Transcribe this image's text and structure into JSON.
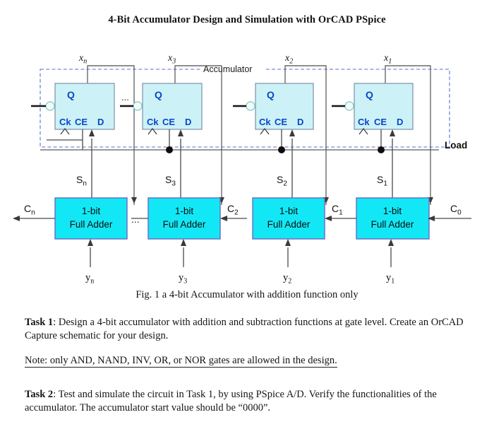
{
  "document": {
    "title": "4-Bit Accumulator Design and Simulation with OrCAD PSpice",
    "figure_caption": "Fig. 1 a 4-bit Accumulator with addition function only"
  },
  "figure": {
    "group_label": "Accumulator",
    "load_label": "Load",
    "ellipsis": "...",
    "flipflops": [
      {
        "id": "ff-n",
        "q": "Q",
        "ck": "Ck",
        "ce": "CE",
        "d": "D",
        "x_label": "x",
        "x_sub": "n"
      },
      {
        "id": "ff-3",
        "q": "Q",
        "ck": "Ck",
        "ce": "CE",
        "d": "D",
        "x_label": "x",
        "x_sub": "3"
      },
      {
        "id": "ff-2",
        "q": "Q",
        "ck": "Ck",
        "ce": "CE",
        "d": "D",
        "x_label": "x",
        "x_sub": "2"
      },
      {
        "id": "ff-1",
        "q": "Q",
        "ck": "Ck",
        "ce": "CE",
        "d": "D",
        "x_label": "x",
        "x_sub": "1"
      }
    ],
    "adders": [
      {
        "id": "adder-n",
        "line1": "1-bit",
        "line2": "Full Adder",
        "sum_label": "S",
        "sum_sub": "n",
        "y_label": "y",
        "y_sub": "n",
        "carry_out": "C",
        "carry_out_sub": "n"
      },
      {
        "id": "adder-3",
        "line1": "1-bit",
        "line2": "Full Adder",
        "sum_label": "S",
        "sum_sub": "3",
        "y_label": "y",
        "y_sub": "3",
        "carry_out": "C",
        "carry_out_sub": "2"
      },
      {
        "id": "adder-2",
        "line1": "1-bit",
        "line2": "Full Adder",
        "sum_label": "S",
        "sum_sub": "2",
        "y_label": "y",
        "y_sub": "2",
        "carry_out": "C",
        "carry_out_sub": "1"
      },
      {
        "id": "adder-1",
        "line1": "1-bit",
        "line2": "Full Adder",
        "sum_label": "S",
        "sum_sub": "1",
        "y_label": "y",
        "y_sub": "1",
        "carry_out": "C",
        "carry_out_sub": "0"
      }
    ],
    "colors": {
      "flipflop_fill": "#CCF2F7",
      "flipflop_stroke": "#7D8FA8",
      "flipflop_text": "#0A46C8",
      "adder_fill": "#12E8F5",
      "adder_stroke": "#6A6AC0",
      "adder_text": "#101010",
      "dashed_box": "#5B6FD0",
      "wire": "#4A4A4A",
      "bubble_stroke": "#8FCFC9"
    }
  },
  "tasks": [
    {
      "id": "task-1",
      "label": "Task 1",
      "sep": ": ",
      "text": "Design a 4-bit accumulator with addition and subtraction functions at gate level. Create an OrCAD Capture schematic for your design."
    },
    {
      "id": "task-2",
      "label": "Task 2",
      "sep": ":  ",
      "text": "Test and simulate the circuit in Task 1, by using PSpice A/D. Verify the functionalities of the accumulator.  The accumulator start value should be “0000”."
    }
  ],
  "note": {
    "text": "Note: only AND, NAND, INV, OR, or NOR gates are allowed in the design."
  }
}
